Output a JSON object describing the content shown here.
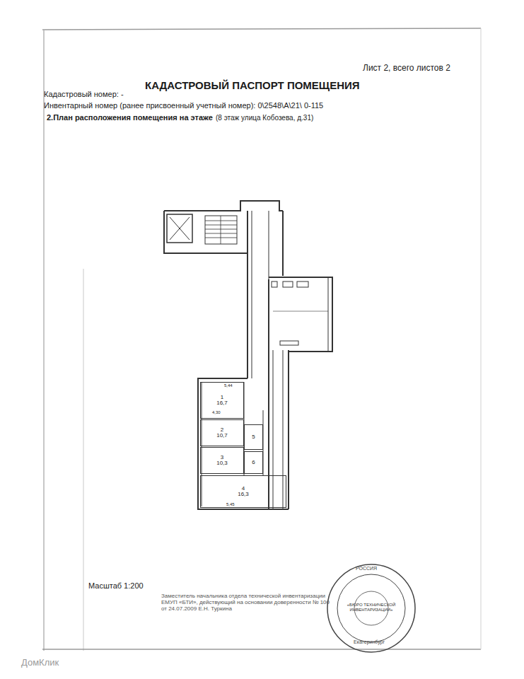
{
  "diagram": {
    "title": "КАДАСТРОВЫЙ ПАСПОРТ ПОМЕЩЕНИЯ",
    "nodes": [
      {
        "text": [
          "1",
          "16,7"
        ]
      },
      {
        "text": [
          "2",
          "10,7"
        ]
      },
      {
        "text": [
          "3",
          "10,3"
        ]
      },
      {
        "text": [
          "4",
          "16,3"
        ]
      },
      {
        "text": [
          "5"
        ]
      },
      {
        "text": [
          "6"
        ]
      }
    ],
    "labels": [
      "Лист 2, всего листов 2",
      "Кадастровый номер: -",
      "Инвентарный номер (ранее присвоенный учетный номер): 0\\2548\\А\\21\\ 0-115",
      "2.План расположения помещения на этаже",
      "(8 этаж улица Кобозева, д.31)",
      "5,44",
      "4,30",
      "5,45",
      "Масштаб 1:200",
      "Заместитель начальника отдела технической инвентаризации ЕМУП «БТИ», действующий на основании доверенности № 100 от 24.07.2009 Е.Н. Туркина",
      "РОССИЯ",
      "«БЮРО ТЕХНИЧЕСКОЙ ИНВЕНТАРИЗАЦИИ»",
      "Екатеринбург",
      "ДомКлик"
    ]
  }
}
